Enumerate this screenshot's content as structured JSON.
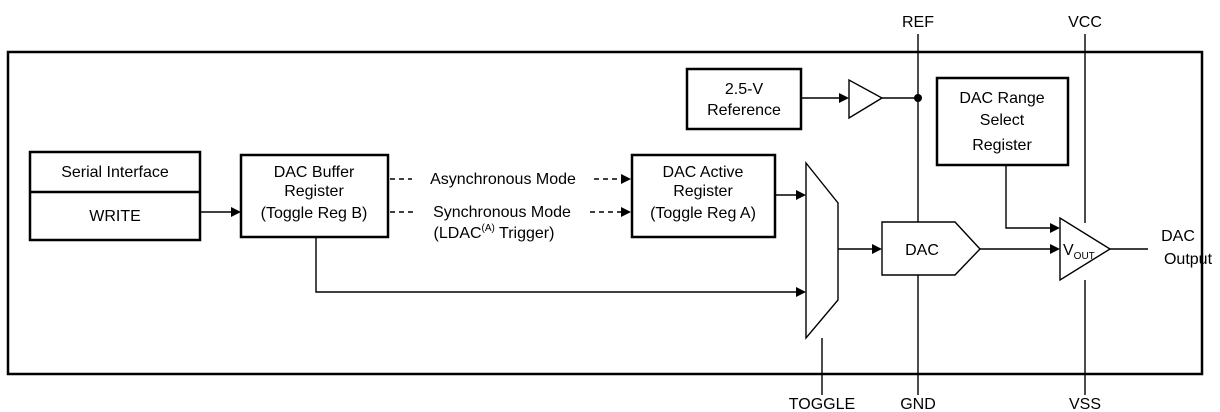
{
  "pins": {
    "ref": "REF",
    "vcc": "VCC",
    "toggle": "TOGGLE",
    "gnd": "GND",
    "vss": "VSS"
  },
  "blocks": {
    "reference": {
      "line1": "2.5-V",
      "line2": "Reference"
    },
    "serial_interface": {
      "label": "Serial Interface"
    },
    "write": {
      "label": "WRITE"
    },
    "dac_buffer_register": {
      "line1": "DAC Buffer",
      "line2": "Register",
      "line3": "(Toggle Reg B)"
    },
    "dac_active_register": {
      "line1": "DAC Active",
      "line2": "Register",
      "line3": "(Toggle Reg A)"
    },
    "dac_range_select_register": {
      "line1": "DAC Range",
      "line2": "Select",
      "line3": "Register"
    },
    "dac": {
      "label": "DAC"
    },
    "output_amplifier": {
      "label_main": "V",
      "label_sub": "OUT"
    }
  },
  "modes": {
    "asynchronous": "Asynchronous Mode",
    "synchronous": "Synchronous Mode",
    "ldac_prefix": "(LDAC",
    "ldac_superscript": "(A)",
    "ldac_suffix": " Trigger)"
  },
  "output": {
    "line1": "DAC",
    "line2": "Output"
  }
}
